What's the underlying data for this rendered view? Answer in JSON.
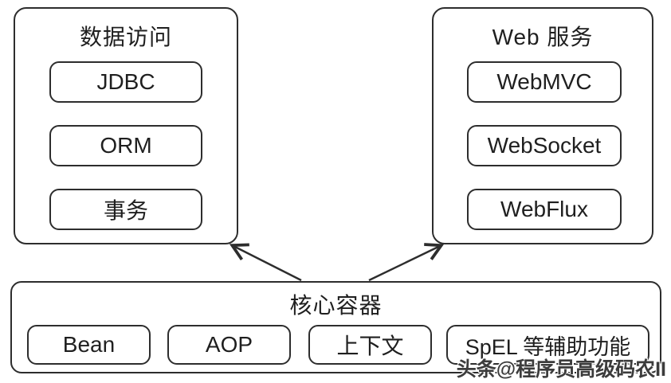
{
  "diagram": {
    "background_color": "#ffffff",
    "stroke_color": "#2d2d2d",
    "text_color": "#1f1f1f",
    "groups": [
      {
        "id": "data-access",
        "title": "数据访问",
        "items": [
          "JDBC",
          "ORM",
          "事务"
        ]
      },
      {
        "id": "web-services",
        "title": "Web 服务",
        "items": [
          "WebMVC",
          "WebSocket",
          "WebFlux"
        ]
      },
      {
        "id": "core-container",
        "title": "核心容器",
        "items": [
          "Bean",
          "AOP",
          "上下文",
          "SpEL 等辅助功能"
        ]
      }
    ],
    "arrows": [
      {
        "from": "core-container",
        "to": "data-access"
      },
      {
        "from": "core-container",
        "to": "web-services"
      }
    ],
    "watermark": "头条@程序员高级码农II"
  }
}
